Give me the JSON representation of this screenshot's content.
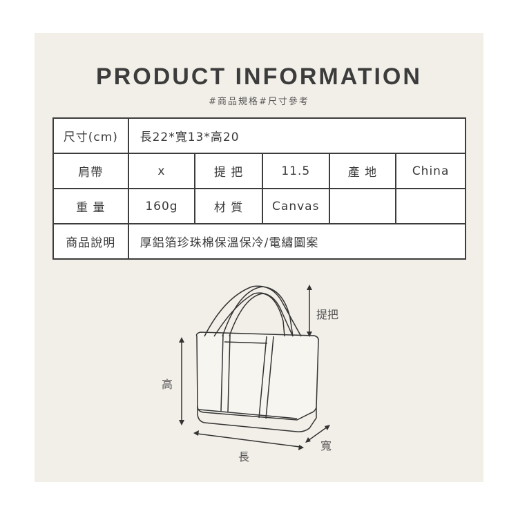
{
  "title": "PRODUCT INFORMATION",
  "subtitle": "#商品規格#尺寸參考",
  "table": {
    "size_label": "尺寸(cm)",
    "size_value": "長22*寬13*高20",
    "strap_label": "肩帶",
    "strap_value": "x",
    "handle_label": "提 把",
    "handle_value": "11.5",
    "origin_label": "產 地",
    "origin_value": "China",
    "weight_label": "重 量",
    "weight_value": "160g",
    "material_label": "材 質",
    "material_value": "Canvas",
    "desc_label": "商品說明",
    "desc_value": "厚鋁箔珍珠棉保溫保冷/電繡圖案"
  },
  "diagram": {
    "handle": "提把",
    "height": "高",
    "length": "長",
    "width": "寬"
  }
}
